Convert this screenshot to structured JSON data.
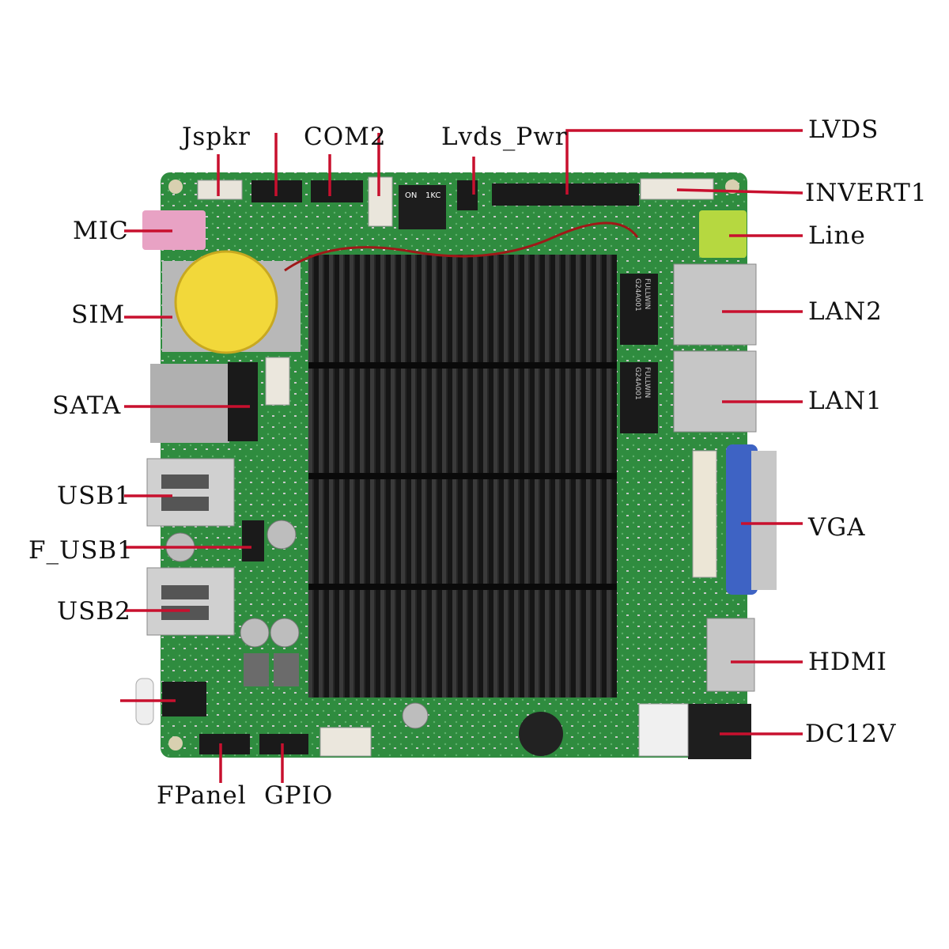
{
  "colors": {
    "pcb": "#2e8a3e",
    "pcb_dark": "#1f6b2e",
    "heatsink": "#1b1b1b",
    "leader": "#c8102e",
    "label_text": "#111111"
  },
  "labels": {
    "jspkr": "Jspkr",
    "com2": "COM2",
    "lvds_pwr": "Lvds_Pwr",
    "lvds": "LVDS",
    "invert1": "INVERT1",
    "line": "Line",
    "lan2": "LAN2",
    "lan1": "LAN1",
    "vga": "VGA",
    "hdmi": "HDMI",
    "dc12v": "DC12V",
    "mic": "MIC",
    "sim": "SIM",
    "sata": "SATA",
    "usb1": "USB1",
    "f_usb1": "F_USB1",
    "usb2": "USB2",
    "fpanel": "FPanel",
    "gpio": "GPIO"
  },
  "component_text": {
    "lan_transformer_1": "FULLWIN",
    "lan_transformer_1_part": "G24A001",
    "lan_transformer_2": "FULLWIN",
    "lan_transformer_2_part": "G24A001",
    "dip_on": "ON",
    "dip_keys": "1KC"
  }
}
